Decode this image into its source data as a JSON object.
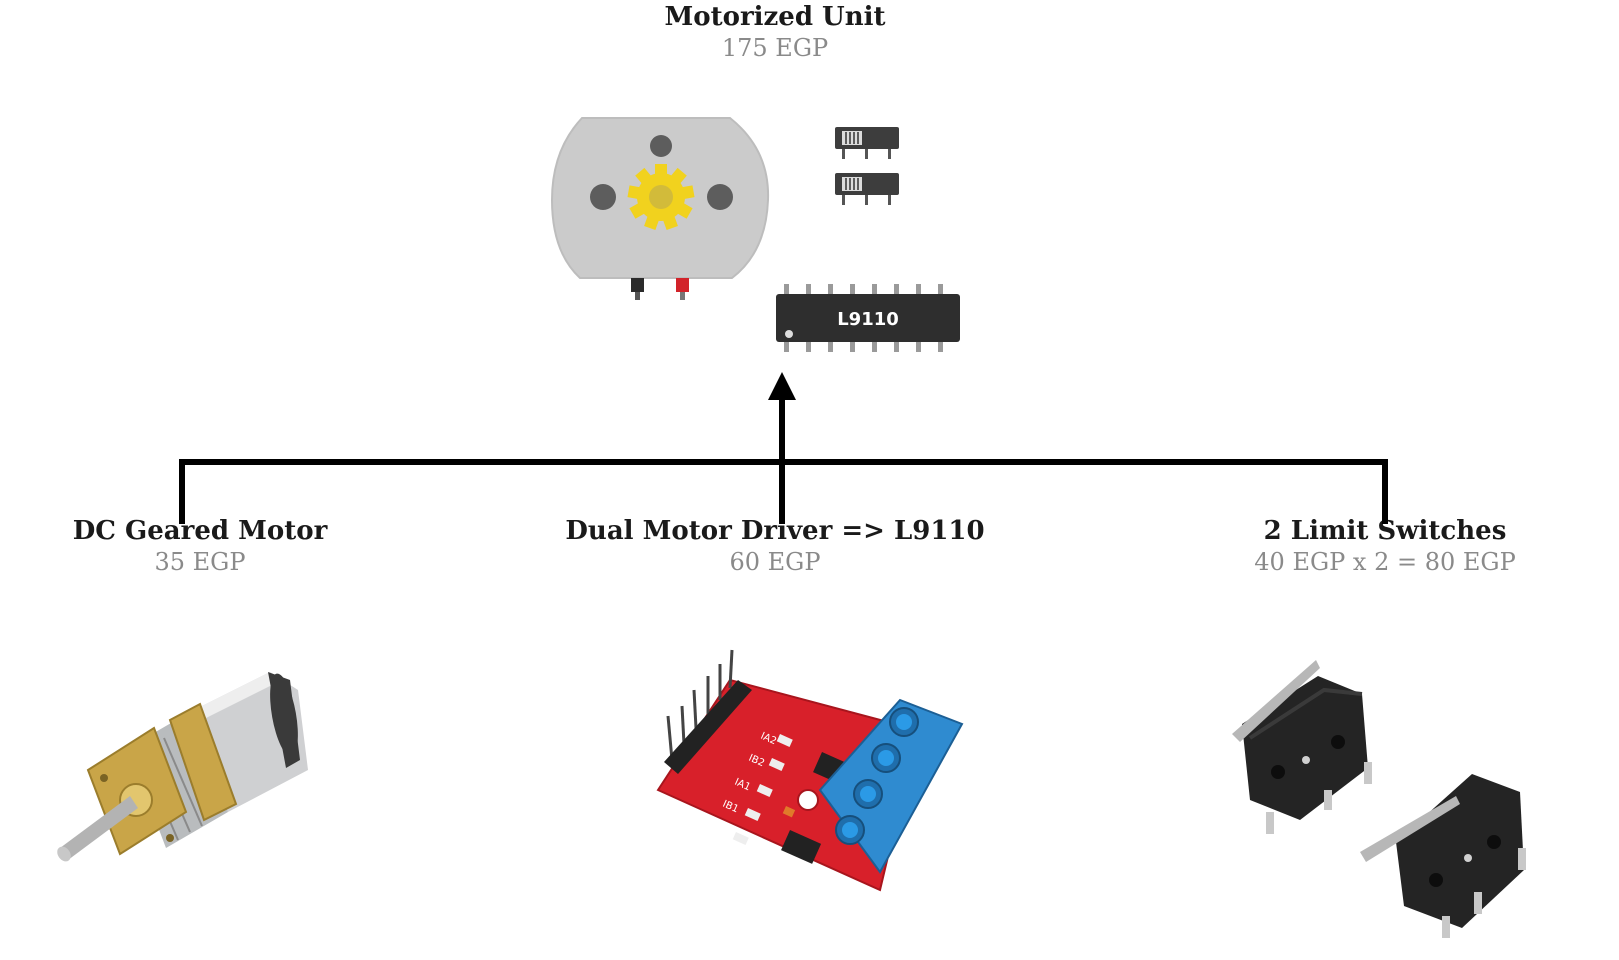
{
  "top": {
    "title": "Motorized Unit",
    "price": "175 EGP",
    "chip_text": "L9110"
  },
  "components": [
    {
      "title": "DC Geared Motor",
      "price": "35 EGP"
    },
    {
      "title": "Dual Motor Driver => L9110",
      "price": "60 EGP"
    },
    {
      "title": "2 Limit Switches",
      "price": "40 EGP x 2 = 80 EGP"
    }
  ],
  "colors": {
    "gear": "#f1d21e",
    "motor_body": "#c8c8c8",
    "board": "#d8202a",
    "terminal": "#2f8bd0",
    "chip": "#2e2e2e"
  },
  "icons": {
    "motor_unit": "dc-motor-icon",
    "switch": "slide-switch-icon",
    "ic": "ic-chip-icon"
  }
}
